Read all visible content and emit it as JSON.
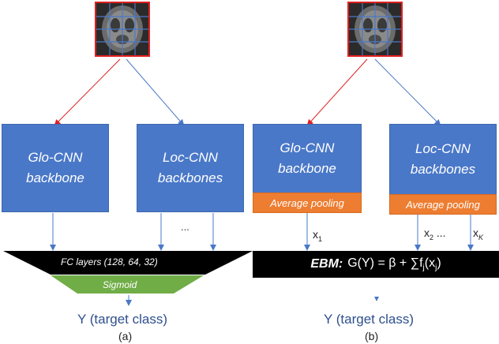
{
  "panel_a": {
    "glo_box": "Glo-CNN backbone",
    "loc_box": "Loc-CNN backbones",
    "dots": "...",
    "fc_label": "FC layers (128, 64, 32)",
    "sigmoid_label": "Sigmoid",
    "target": "Y (target class)",
    "caption": "(a)"
  },
  "panel_b": {
    "glo_box": "Glo-CNN backbone",
    "loc_box": "Loc-CNN backbones",
    "pool_glo": "Average pooling",
    "pool_loc": "Average pooling",
    "x1": "x",
    "x1_sub": "1",
    "x2": "x",
    "x2_sub": "2",
    "x2_dots": "...",
    "xk": "x",
    "xk_sub": "K",
    "ebm_label": "EBM:",
    "ebm_formula": "G(Y) = β + ∑f",
    "ebm_sub_j": "j",
    "ebm_x": "(x",
    "ebm_sub_j2": "j",
    "ebm_close": ")",
    "target": "Y (target class)",
    "caption": "(b)"
  },
  "colors": {
    "box_blue": "#4a78c8",
    "pool_orange": "#ed7d31",
    "sigmoid_green": "#70ad47",
    "arrow_red": "#e02020",
    "arrow_blue": "#4a78c8"
  }
}
